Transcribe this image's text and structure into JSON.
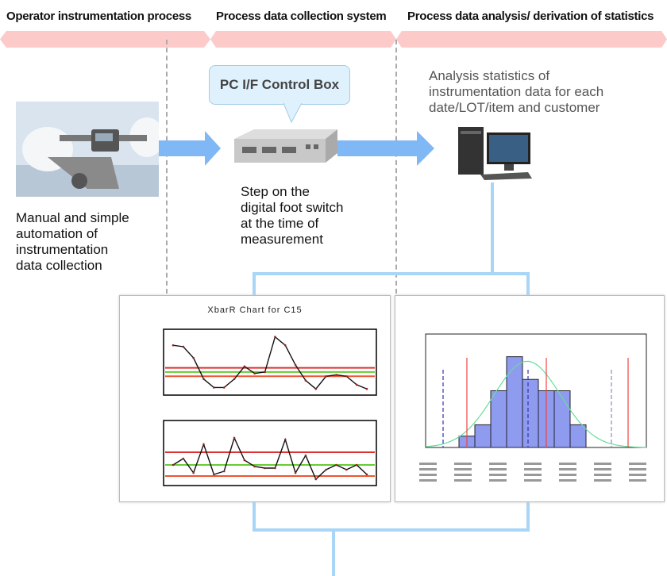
{
  "header": {
    "stages": [
      "Operator instrumentation process",
      "Process data collection system",
      "Process data analysis/ derivation of statistics"
    ]
  },
  "operator": {
    "caption": [
      "Manual and simple",
      "automation of",
      "instrumentation",
      "data collection"
    ]
  },
  "collection": {
    "bubble": "PC I/F  Control Box",
    "caption": [
      "Step on the",
      "digital foot switch",
      "at the time of",
      "measurement"
    ]
  },
  "analysis": {
    "caption": [
      "Analysis statistics of",
      "instrumentation data for each",
      "date/LOT/item and customer"
    ]
  },
  "colors": {
    "ribbon": "#fdcaca",
    "arrow": "#7fb8f5",
    "connector": "#a9d5f7",
    "bubble_bg": "#dff1fd"
  },
  "chart_data": [
    {
      "type": "line",
      "title": "XbarR Chart for C15",
      "series": [
        {
          "values": [
            3.2,
            3.1,
            2.3,
            0.8,
            0.2,
            0.2,
            0.8,
            1.7,
            1.2,
            1.3,
            3.8,
            3.2,
            1.8,
            0.7,
            0.1,
            1.0,
            1.1,
            1.0,
            0.4,
            0.1
          ]
        },
        {
          "values": [
            1.0,
            1.4,
            0.5,
            2.3,
            0.4,
            0.6,
            2.7,
            1.3,
            0.9,
            0.8,
            0.8,
            2.6,
            0.5,
            1.6,
            0.1,
            0.7,
            1.0,
            0.7,
            1.0,
            0.4
          ]
        }
      ],
      "limits": [
        [
          1.6,
          1.3,
          1.0
        ],
        [
          1.8,
          1.0,
          0.3
        ]
      ]
    },
    {
      "type": "bar",
      "title": "",
      "counts": [
        1,
        2,
        5,
        8,
        6,
        5,
        5,
        2
      ],
      "ylim": [
        0,
        10
      ]
    }
  ]
}
